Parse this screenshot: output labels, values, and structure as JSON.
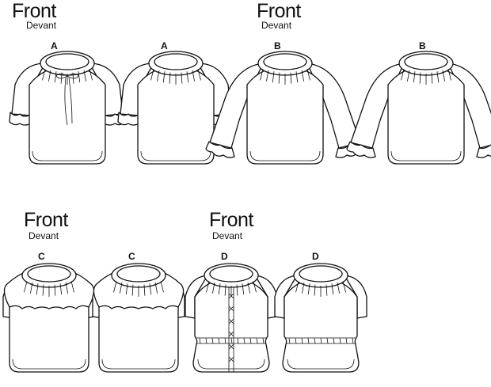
{
  "groups": [
    {
      "title": "Front",
      "subtitle": "Devant",
      "views": [
        "A",
        "A"
      ]
    },
    {
      "title": "Front",
      "subtitle": "Devant",
      "views": [
        "B",
        "B"
      ]
    },
    {
      "title": "Front",
      "subtitle": "Devant",
      "views": [
        "C",
        "C"
      ]
    },
    {
      "title": "Front",
      "subtitle": "Devant",
      "views": [
        "D",
        "D"
      ]
    }
  ]
}
